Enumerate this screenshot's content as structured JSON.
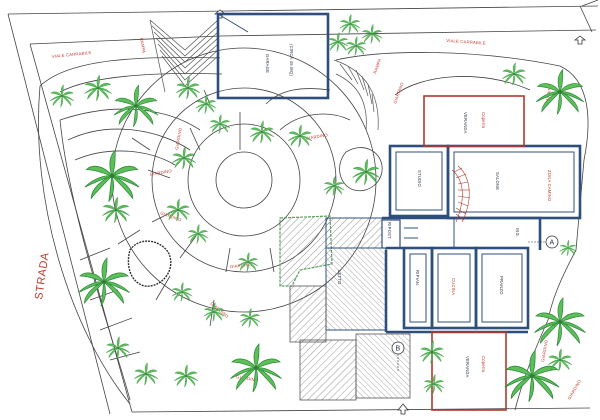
{
  "labels": {
    "strada": "STRADA",
    "viale_left": "VIALE CARRABILE",
    "viale_right": "VIALE CARRABILE",
    "rampa_top": "RAMPA",
    "rampa_mid": "RAMPA",
    "garage": "GARAGE",
    "garage_sub": "(CIRCA 45 MQ)",
    "giardino_1": "GIARDINO",
    "giardino_2": "GIARDINO",
    "giardino_3": "GIARDINO",
    "giardino_4": "GIARDINO",
    "giardino_5": "GIARDINO",
    "giardino_6": "GIARDINO",
    "giardino_7": "GIARDINO",
    "giardino_8": "GIARDINO",
    "giardino_9": "GIARDINO",
    "giardino_10": "GIARDINO",
    "giardino_11": "GIARDINO",
    "veranda_top": "VERANDA",
    "coperta_top": "Coperta",
    "veranda_bottom": "VERANDA",
    "coperta_bottom": "Coperta",
    "studio": "STUDIO",
    "salone": "SALONE",
    "zona_camino": "ZONA CAMINO",
    "ripost": "RIPOST.",
    "ingresso": "ING.",
    "ripiano": "RIPIAN.",
    "cucina": "CUCINA",
    "pranzo": "PRANZO",
    "marker_a": "A",
    "marker_b": "B",
    "letto": "LETTO"
  },
  "colors": {
    "outline": "#3a3a3a",
    "walls": "#2e4f7e",
    "veranda": "#b03a2e",
    "label": "#c0392b",
    "palm_leaf": "#58b957",
    "palm_dark": "#2e8b3a",
    "hatch": "#6a6a6a",
    "ramp": "#555555"
  }
}
